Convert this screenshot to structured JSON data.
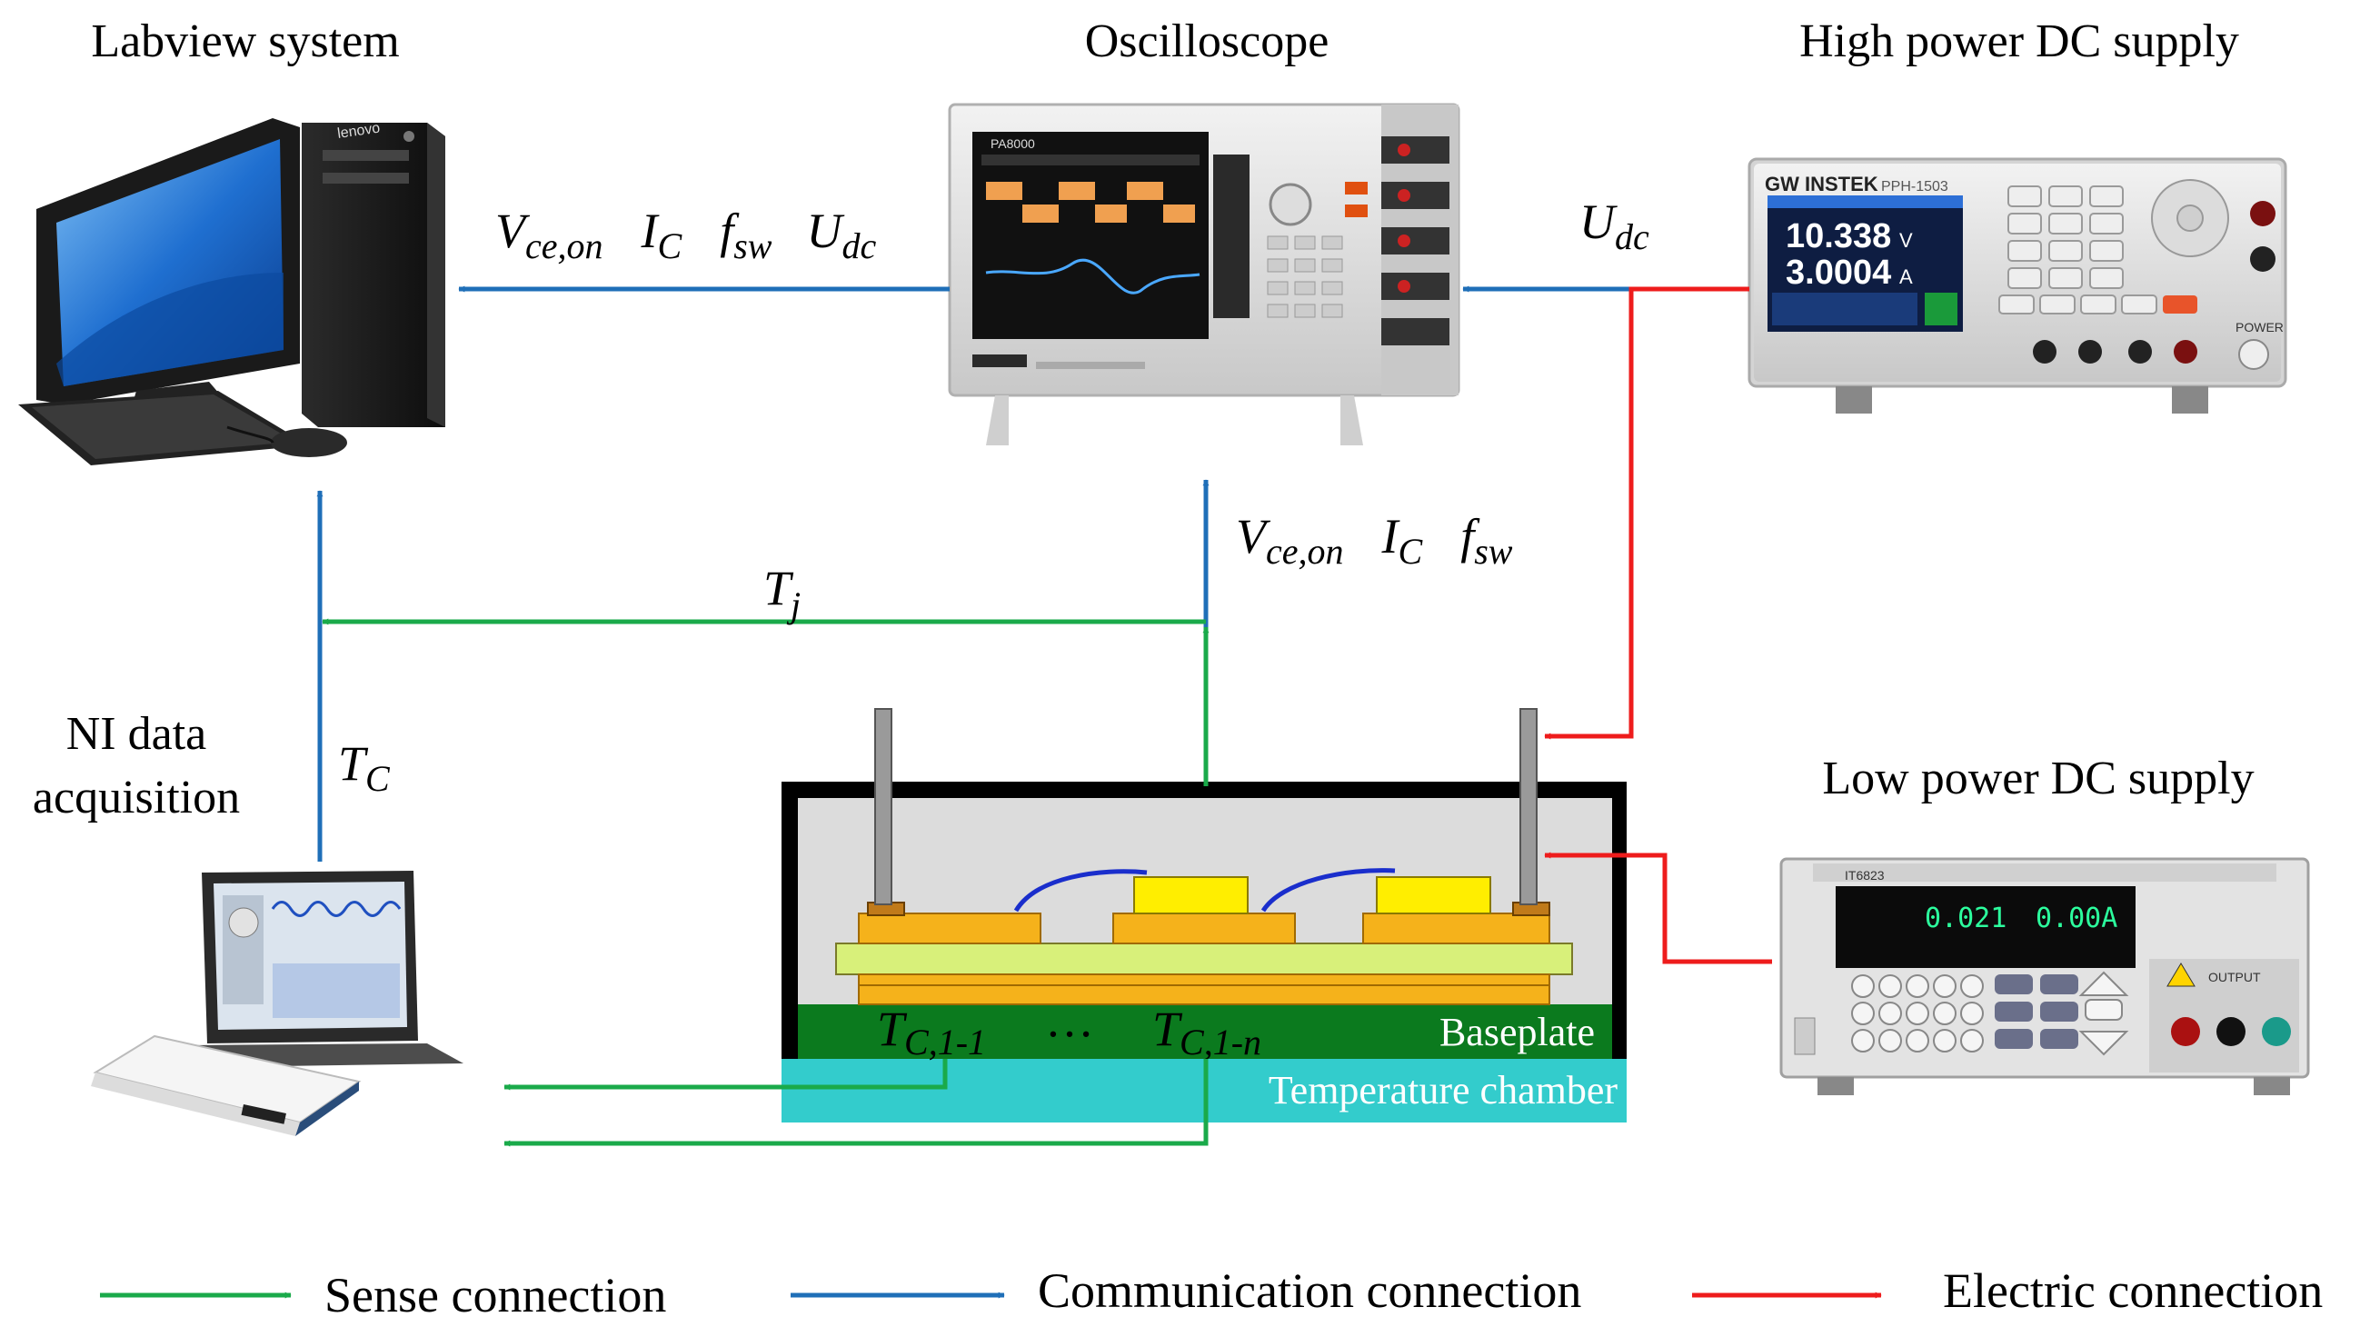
{
  "devices": {
    "labview": {
      "label": "Labview system",
      "brand_text": "lenovo"
    },
    "oscilloscope": {
      "label": "Oscilloscope",
      "model_text": "PA8000"
    },
    "high_power_supply": {
      "label": "High power DC supply",
      "brand_text": "GW INSTEK",
      "model_text": "PPH-1503",
      "voltage_reading": "10.338",
      "voltage_unit": "V",
      "current_reading": "3.0004",
      "current_unit": "A",
      "power_label": "POWER"
    },
    "ni_daq": {
      "label_line1": "NI data",
      "label_line2": "acquisition"
    },
    "low_power_supply": {
      "label": "Low power DC supply",
      "model_text": "IT6823",
      "voltage_reading": "0.021",
      "current_reading": "0.00A",
      "output_label": "OUTPUT"
    }
  },
  "signals": {
    "to_labview": {
      "v_main": "V",
      "v_sub": "ce,on",
      "i_main": "I",
      "i_sub": "C",
      "f_main": "f",
      "f_sub": "sw",
      "u_main": "U",
      "u_sub": "dc"
    },
    "from_supply": {
      "u_main": "U",
      "u_sub": "dc"
    },
    "to_scope": {
      "v_main": "V",
      "v_sub": "ce,on",
      "i_main": "I",
      "i_sub": "C",
      "f_main": "f",
      "f_sub": "sw"
    },
    "tj": {
      "main": "T",
      "sub": "j"
    },
    "tc": {
      "main": "T",
      "sub": "C"
    }
  },
  "module": {
    "tc_first_main": "T",
    "tc_first_sub": "C,1-1",
    "ellipsis": "…",
    "tc_last_main": "T",
    "tc_last_sub": "C,1-n",
    "baseplate_label": "Baseplate",
    "chamber_label": "Temperature chamber"
  },
  "legend": [
    {
      "label": "Sense connection",
      "color": "#1aaa4a"
    },
    {
      "label": "Communication connection",
      "color": "#1f6fb8"
    },
    {
      "label": "Electric connection",
      "color": "#ee1c1c"
    }
  ],
  "colors": {
    "sense": "#1aaa4a",
    "communication": "#1f6fb8",
    "electric": "#ee1c1c",
    "baseplate": "#0b7a1e",
    "chamber": "#33cccc",
    "substrate": "#d8f07a",
    "copper": "#f5b21b",
    "chip": "#ffee00",
    "bondwire": "#1a2ecc"
  }
}
